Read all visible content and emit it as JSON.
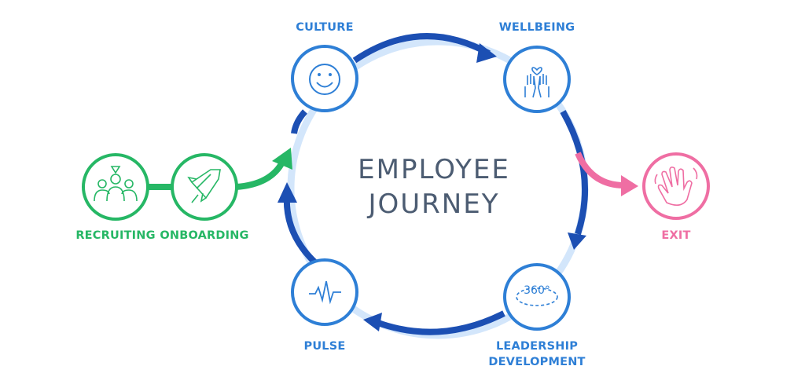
{
  "title": {
    "line1": "EMPLOYEE",
    "line2": "JOURNEY"
  },
  "stages": {
    "culture": {
      "label": "CULTURE",
      "icon": "smiley-face-icon"
    },
    "wellbeing": {
      "label": "WELLBEING",
      "icon": "hands-heart-icon"
    },
    "leadership": {
      "line1": "LEADERSHIP",
      "line2": "DEVELOPMENT",
      "icon": "rotate-360-icon",
      "icon_text": "360°"
    },
    "pulse": {
      "label": "PULSE",
      "icon": "heartbeat-pulse-icon"
    },
    "recruiting": {
      "label": "RECRUITING",
      "icon": "people-group-icon"
    },
    "onboarding": {
      "label": "ONBOARDING",
      "icon": "rocket-icon"
    },
    "exit": {
      "label": "EXIT",
      "icon": "waving-hand-icon"
    }
  },
  "colors": {
    "blue": "#2e7fd6",
    "dark_blue": "#1c4fb3",
    "light_blue": "#d3e6fb",
    "green": "#26b765",
    "pink": "#ef6ea3",
    "title": "#4c5c72"
  }
}
